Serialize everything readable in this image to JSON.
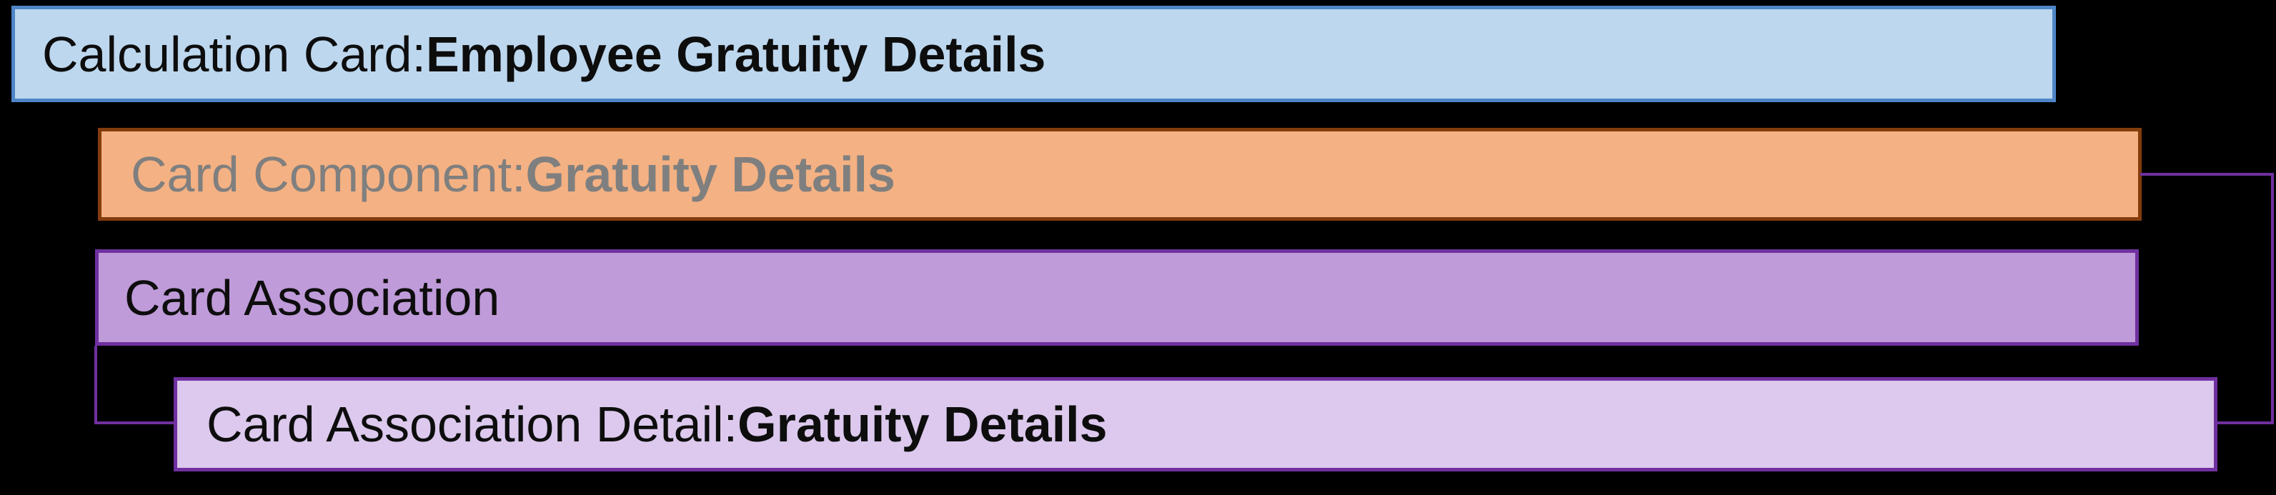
{
  "diagram": {
    "description": "Calculation card hierarchy diagram",
    "connector_color": "#7030A0",
    "bars": [
      {
        "id": "calculation-card",
        "label_prefix": "Calculation Card: ",
        "label_bold": "Employee Gratuity Details",
        "fill": "#BDD7EE",
        "border": "#4E86C8",
        "text_color": "#0D0D0D"
      },
      {
        "id": "card-component",
        "label_prefix": "Card Component: ",
        "label_bold": "Gratuity Details",
        "fill": "#F4B183",
        "border": "#843C0C",
        "text_color": "#7F7F7F"
      },
      {
        "id": "card-association",
        "label_prefix": "Card Association",
        "label_bold": "",
        "fill": "#BF9BD9",
        "border": "#7030A0",
        "text_color": "#0D0D0D"
      },
      {
        "id": "card-association-detail",
        "label_prefix": "Card Association Detail: ",
        "label_bold": "Gratuity Details",
        "fill": "#DCC9ED",
        "border": "#7030A0",
        "text_color": "#0D0D0D"
      }
    ]
  }
}
